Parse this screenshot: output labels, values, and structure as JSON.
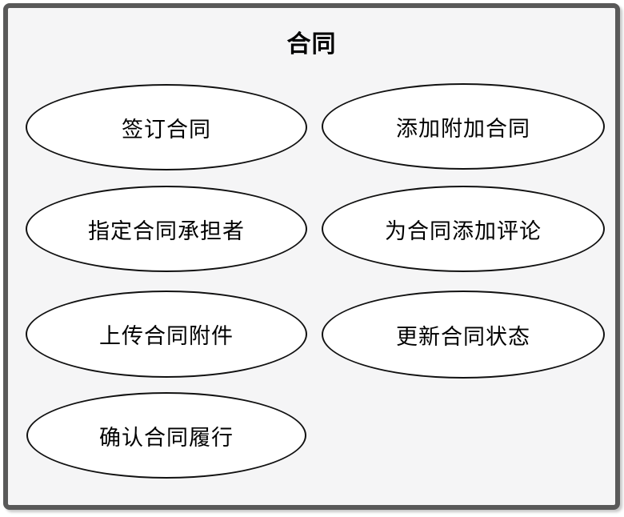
{
  "diagram": {
    "type": "use-case-diagram",
    "system_boundary": {
      "title": "合同"
    },
    "use_cases": [
      {
        "label": "签订合同"
      },
      {
        "label": "添加附加合同"
      },
      {
        "label": "指定合同承担者"
      },
      {
        "label": "为合同添加评论"
      },
      {
        "label": "上传合同附件"
      },
      {
        "label": "更新合同状态"
      },
      {
        "label": "确认合同履行"
      }
    ],
    "colors": {
      "frame_border": "#595959",
      "canvas_background": "#f5f5f6",
      "node_fill": "#ffffff",
      "node_stroke": "#111111",
      "title_color": "#000000"
    }
  }
}
